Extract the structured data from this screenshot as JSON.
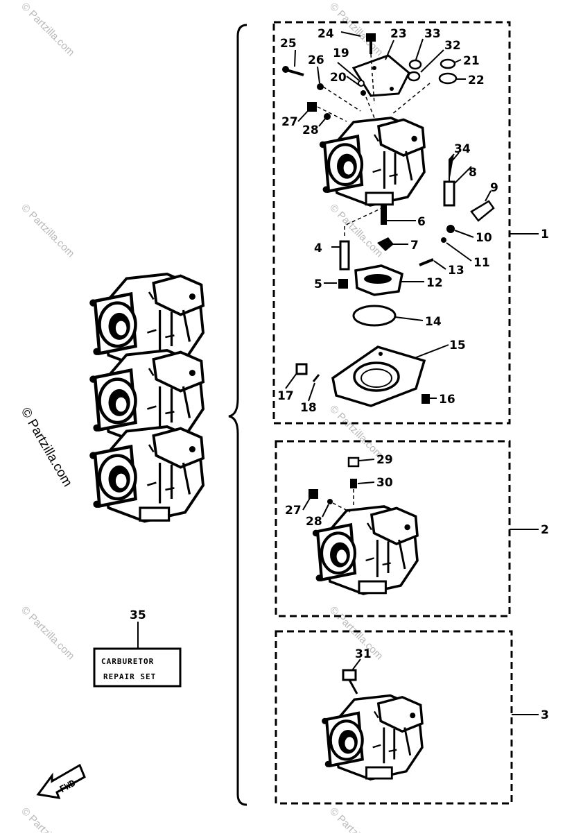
{
  "watermark": {
    "text": "© Partzilla.com"
  },
  "part_labels": [
    "1",
    "2",
    "3",
    "4",
    "5",
    "6",
    "7",
    "8",
    "9",
    "10",
    "11",
    "12",
    "13",
    "14",
    "15",
    "16",
    "17",
    "18",
    "19",
    "20",
    "21",
    "22",
    "23",
    "24",
    "25",
    "26",
    "27",
    "28",
    "29",
    "30",
    "31",
    "32",
    "33",
    "34",
    "35"
  ],
  "repair_set": {
    "number": "35",
    "line1": "CARBURETOR",
    "line2": "REPAIR SET"
  },
  "direction_arrow": {
    "label": "FWD",
    "icon": "fwd-arrow-icon"
  },
  "colors": {
    "ink": "#000000",
    "watermark": "#b9b9b9",
    "paper": "#ffffff"
  }
}
